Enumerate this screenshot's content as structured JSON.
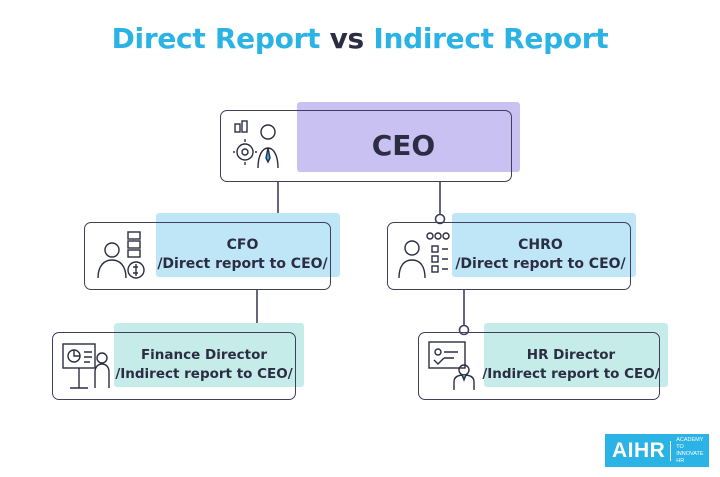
{
  "title": {
    "part1": "Direct Report",
    "vs": "vs",
    "part2": "Indirect Report"
  },
  "nodes": {
    "ceo": {
      "line1": "CEO"
    },
    "cfo": {
      "line1": "CFO",
      "line2": "/Direct report to CEO/"
    },
    "chro": {
      "line1": "CHRO",
      "line2": "/Direct report to CEO/"
    },
    "finance_director": {
      "line1": "Finance Director",
      "line2": "/Indirect report to CEO/"
    },
    "hr_director": {
      "line1": "HR Director",
      "line2": "/Indirect report to CEO/"
    }
  },
  "logo": {
    "brand": "AIHR",
    "tagline_1": "ACADEMY TO",
    "tagline_2": "INNOVATE HR"
  },
  "colors": {
    "accent_blue": "#2bb3e6",
    "ceo_fill": "#c9c1f2",
    "direct_fill": "#bfe6f6",
    "indirect_fill": "#c6ecea",
    "line": "#3d3f5c",
    "text": "#2b2d42"
  }
}
